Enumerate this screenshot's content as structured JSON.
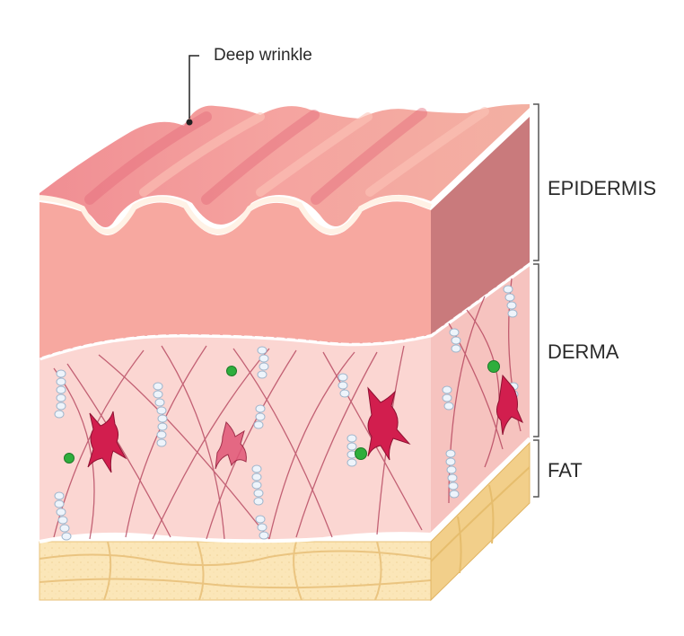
{
  "callout": {
    "label": "Deep wrinkle"
  },
  "layers": {
    "epidermis": "EPIDERMIS",
    "derma": "DERMA",
    "fat": "FAT"
  },
  "colors": {
    "epidermis_front": "#f7a8a0",
    "epidermis_side": "#c97a7c",
    "wrinkle_surface": "#f0808a",
    "derma_front": "#fbd6d2",
    "derma_side": "#f6c3bf",
    "fiber": "#b03a55",
    "fibroblast": "#d21e4e",
    "fat_front": "#fbe6b8",
    "fat_side": "#f2cf8a",
    "cell_green": "#2eae3c",
    "elastin_bead": "#eef4fb",
    "bracket": "#555555"
  }
}
